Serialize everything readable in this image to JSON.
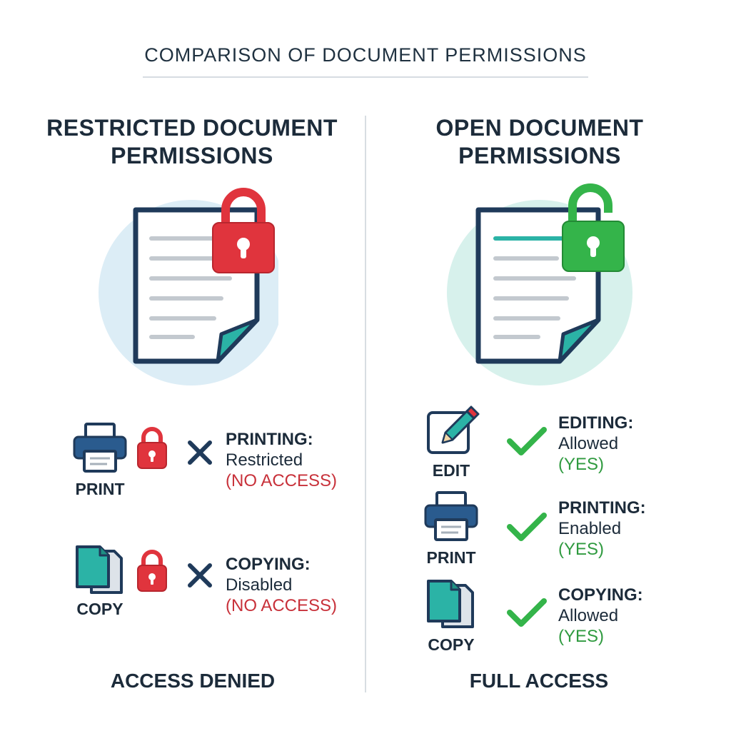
{
  "title": "COMPARISON OF DOCUMENT PERMISSIONS",
  "colors": {
    "restricted": "#e0343d",
    "open": "#34b44a",
    "navy": "#1f3a5a",
    "teal": "#2bb3a6"
  },
  "left": {
    "heading_line1": "RESTRICTED DOCUMENT",
    "heading_line2": "PERMISSIONS",
    "hero_icon": "locked-document-icon",
    "items": [
      {
        "icon": "printer-icon",
        "label": "PRINT",
        "status_icon": "x-mark-icon",
        "title": "PRINTING:",
        "state": "Restricted",
        "result": "(NO ACCESS)"
      },
      {
        "icon": "copy-icon",
        "label": "COPY",
        "status_icon": "x-mark-icon",
        "title": "COPYING:",
        "state": "Disabled",
        "result": "(NO ACCESS)"
      }
    ],
    "footer": "ACCESS DENIED"
  },
  "right": {
    "heading_line1": "OPEN DOCUMENT",
    "heading_line2": "PERMISSIONS",
    "hero_icon": "unlocked-document-icon",
    "items": [
      {
        "icon": "edit-icon",
        "label": "EDIT",
        "status_icon": "check-mark-icon",
        "title": "EDITING:",
        "state": "Allowed",
        "result": "(YES)"
      },
      {
        "icon": "printer-icon",
        "label": "PRINT",
        "status_icon": "check-mark-icon",
        "title": "PRINTING:",
        "state": "Enabled",
        "result": "(YES)"
      },
      {
        "icon": "copy-icon",
        "label": "COPY",
        "status_icon": "check-mark-icon",
        "title": "COPYING:",
        "state": "Allowed",
        "result": "(YES)"
      }
    ],
    "footer": "FULL ACCESS"
  }
}
